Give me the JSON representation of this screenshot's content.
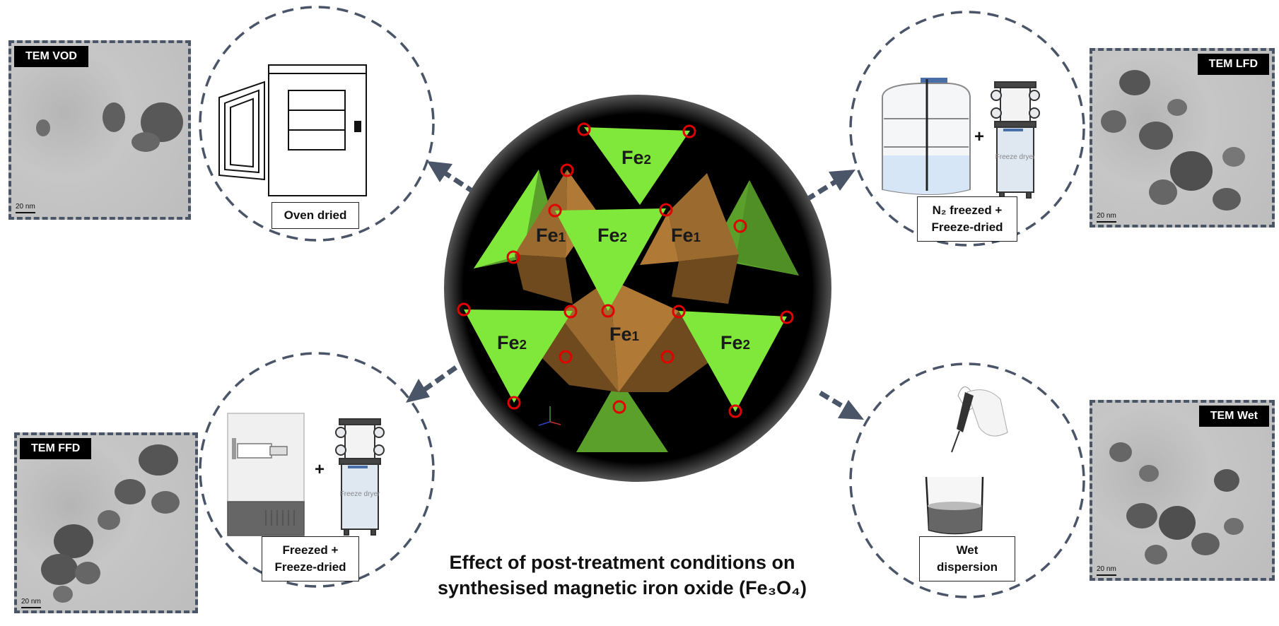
{
  "caption": {
    "line1": "Effect of post-treatment conditions on",
    "line2": "synthesised magnetic iron oxide (Fe₃O₄)"
  },
  "structure_labels": {
    "fe1": "Fe1",
    "fe2": "Fe2",
    "fe_base": "Fe",
    "sub1": "1",
    "sub2": "2"
  },
  "tem_panels": [
    {
      "id": "vod",
      "label": "TEM VOD",
      "scale": "20 nm"
    },
    {
      "id": "lfd",
      "label": "TEM LFD",
      "scale": "20 nm"
    },
    {
      "id": "ffd",
      "label": "TEM FFD",
      "scale": "20 nm"
    },
    {
      "id": "wet",
      "label": "TEM Wet",
      "scale": "20 nm"
    }
  ],
  "conditions": {
    "oven": "Oven dried",
    "n2_line1": "N₂ freezed +",
    "n2_line2": "Freeze-dried",
    "freezed_line1": "Freezed +",
    "freezed_line2": "Freeze-dried",
    "wet_line1": "Wet",
    "wet_line2": "dispersion"
  },
  "icons": {
    "freeze_dryer_label": "Freeze dryer",
    "plus": "+"
  },
  "colors": {
    "dashed": "#4b5568",
    "tetrahedron": "#7fe83a",
    "octahedron": "#9a6a2e",
    "oxygen": "#e00000"
  }
}
